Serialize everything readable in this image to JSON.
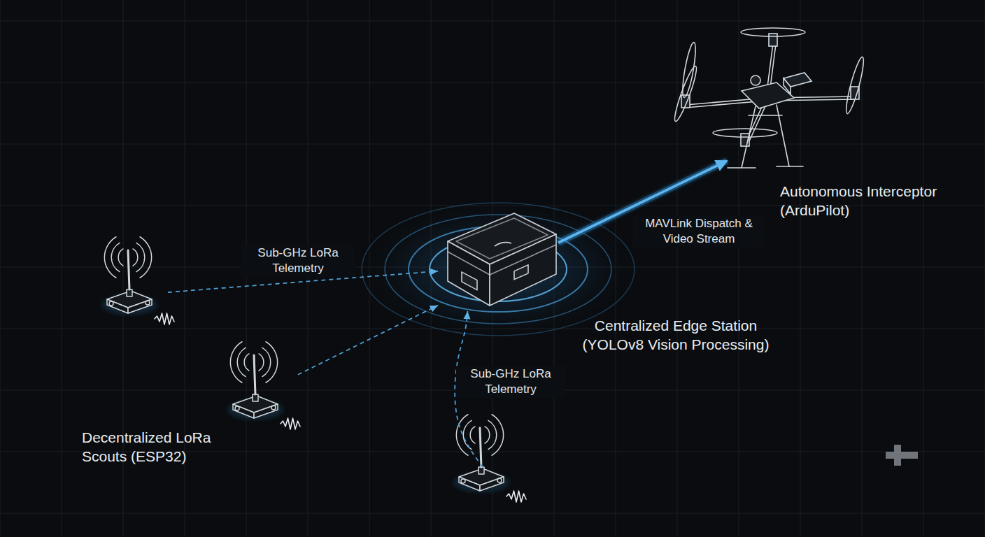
{
  "diagram": {
    "nodes": [
      {
        "text": [
          "Decentralized LoRa Scouts (ESP32)"
        ]
      },
      {
        "text": [
          "Centralized Edge Station (YOLOv8 Vision Processing)"
        ]
      },
      {
        "text": [
          "Autonomous Interceptor (ArduPilot)"
        ]
      }
    ],
    "edges": [
      {
        "from": 0,
        "to": 1,
        "arrow": "to",
        "label": "Sub-GHz LoRa Telemetry"
      },
      {
        "from": 0,
        "to": 1,
        "arrow": "to"
      },
      {
        "from": 0,
        "to": 1,
        "arrow": "to",
        "label": "Sub-GHz LoRa Telemetry"
      },
      {
        "from": 1,
        "to": 2,
        "arrow": "to",
        "label": "MAVLink Dispatch & Video Stream"
      }
    ]
  }
}
